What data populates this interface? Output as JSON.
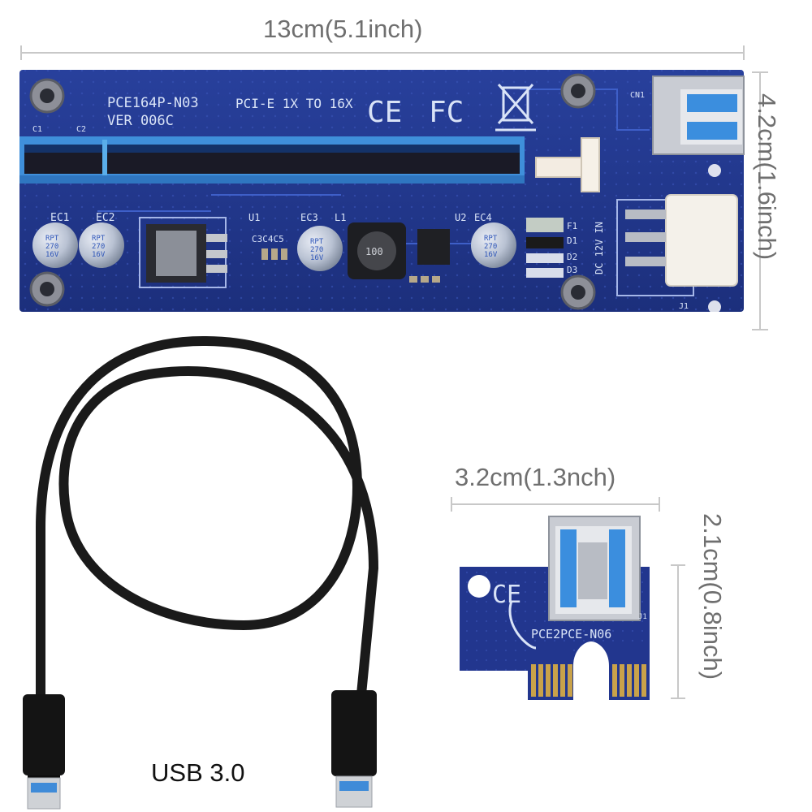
{
  "dimensions": {
    "riser_width": "13cm(5.1inch)",
    "riser_height": "4.2cm(1.6inch)",
    "adapter_width": "3.2cm(1.3nch)",
    "adapter_height": "2.1cm(0.8inch)"
  },
  "riser_board": {
    "model": "PCE164P-N03",
    "version": "VER 006C",
    "interface": "PCI-E 1X TO 16X",
    "ce_mark": "CE",
    "fcc_mark": "FC",
    "power_label": "DC 12V IN",
    "labels": [
      "C1",
      "C2",
      "EC1",
      "EC2",
      "U1",
      "C3C4C5",
      "EC3",
      "L1",
      "U2",
      "EC4",
      "F1",
      "D1",
      "D2",
      "D3",
      "CN1",
      "J1"
    ],
    "capacitor_text": [
      "RPT",
      "270",
      "16V"
    ],
    "inductor_text": "100"
  },
  "adapter_board": {
    "model": "PCE2PCE-N06",
    "ce_mark": "CE",
    "connector_label": "J1"
  },
  "cable": {
    "caption": "USB 3.0"
  },
  "colors": {
    "pcb_blue": "#22368e",
    "slot_blue": "#4a9be0",
    "gold": "#c9a24a",
    "cable_black": "#1a1a1a"
  }
}
